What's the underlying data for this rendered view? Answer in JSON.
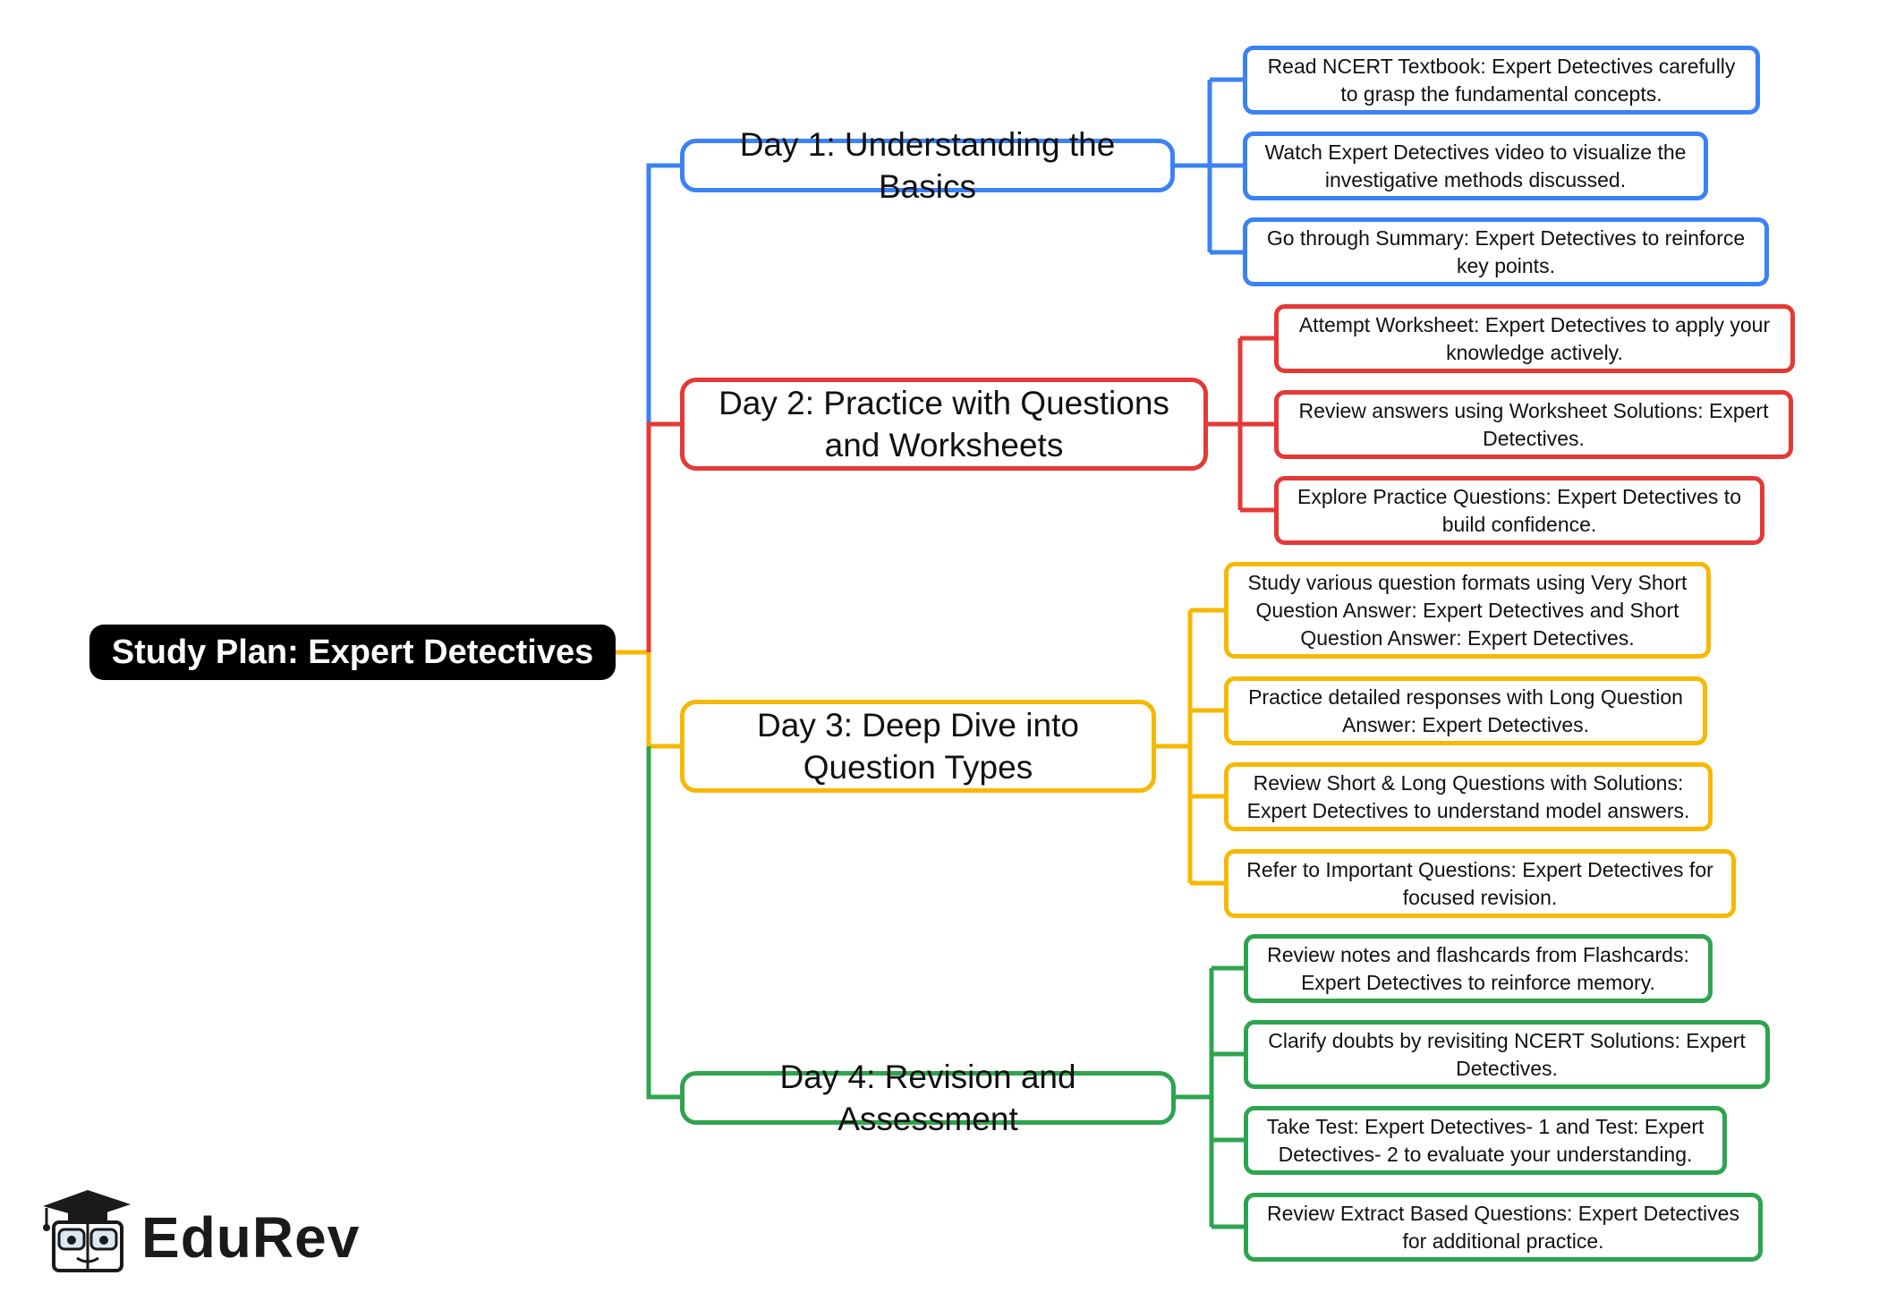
{
  "root": {
    "label": "Study Plan: Expert Detectives"
  },
  "colors": {
    "day1": "#3b82f6",
    "day2": "#e53935",
    "day3": "#f6b800",
    "day4": "#2ea44f",
    "root": "#f6b800"
  },
  "days": [
    {
      "title": "Day 1: Understanding the Basics",
      "tasks": [
        "Read NCERT Textbook: Expert Detectives carefully to grasp the fundamental concepts.",
        "Watch Expert Detectives video to visualize the investigative methods discussed.",
        "Go through Summary: Expert Detectives to reinforce key points."
      ]
    },
    {
      "title": "Day 2: Practice with Questions and Worksheets",
      "tasks": [
        "Attempt Worksheet: Expert Detectives to apply your knowledge actively.",
        "Review answers using Worksheet Solutions: Expert Detectives.",
        "Explore Practice Questions: Expert Detectives to build confidence."
      ]
    },
    {
      "title": "Day 3: Deep Dive into Question Types",
      "tasks": [
        "Study various question formats using Very Short Question Answer: Expert Detectives and Short Question Answer: Expert Detectives.",
        "Practice detailed responses with Long Question Answer: Expert Detectives.",
        "Review Short & Long Questions with Solutions: Expert Detectives to understand model answers.",
        "Refer to Important Questions: Expert Detectives for focused revision."
      ]
    },
    {
      "title": "Day 4: Revision and Assessment",
      "tasks": [
        "Review notes and flashcards from Flashcards: Expert Detectives to reinforce memory.",
        "Clarify doubts by revisiting NCERT Solutions: Expert Detectives.",
        "Take Test: Expert Detectives- 1 and Test: Expert Detectives- 2 to evaluate your understanding.",
        "Review Extract Based Questions: Expert Detectives for additional practice."
      ]
    }
  ],
  "logo": {
    "text": "EduRev",
    "icon": "graduation-cap-mascot-icon"
  }
}
